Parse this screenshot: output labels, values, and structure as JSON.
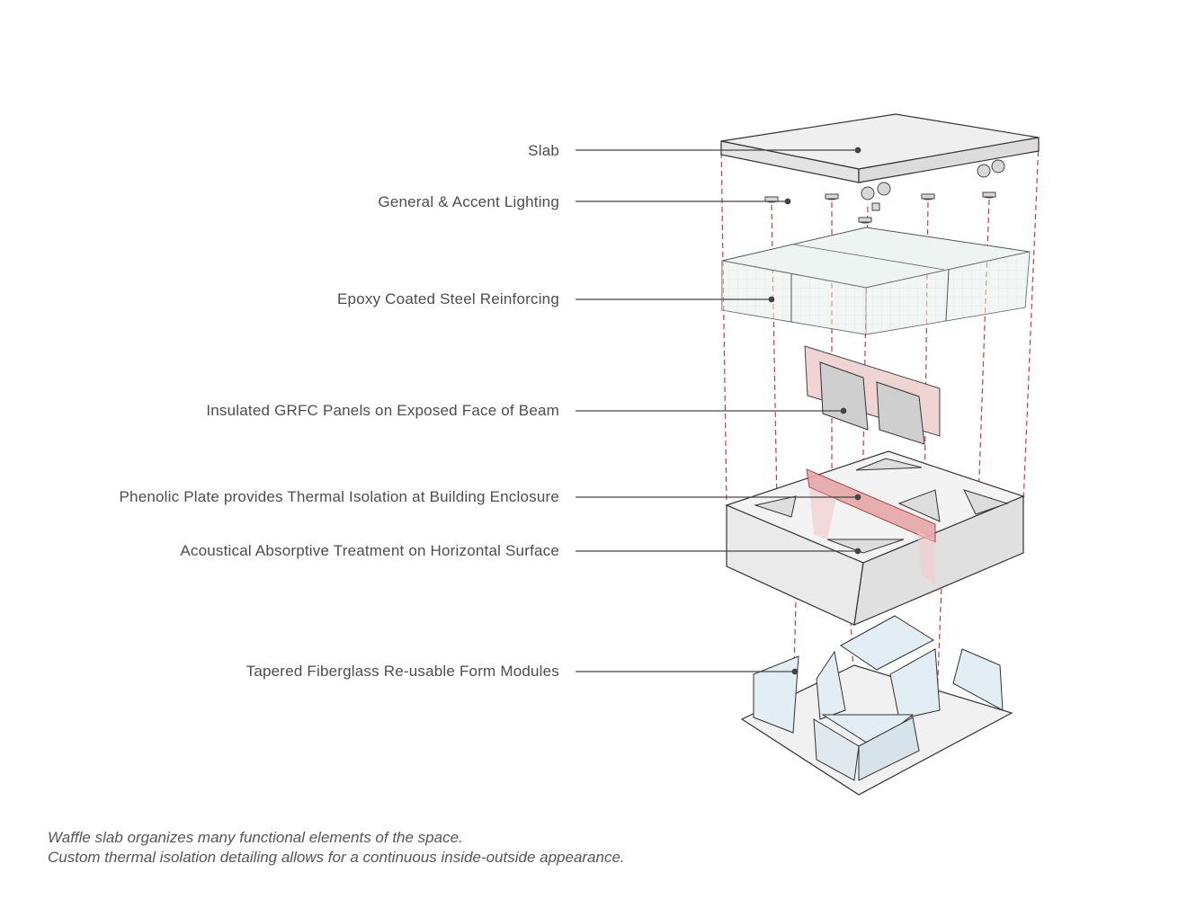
{
  "labels": {
    "slab": "Slab",
    "lighting": "General & Accent Lighting",
    "reinforcing": "Epoxy Coated Steel Reinforcing",
    "grfc": "Insulated GRFC Panels on Exposed Face of Beam",
    "phenolic": "Phenolic Plate provides Thermal Isolation at Building Enclosure",
    "acoustical": "Acoustical Absorptive Treatment on Horizontal Surface",
    "fiberglass": "Tapered Fiberglass Re-usable Form Modules"
  },
  "caption": {
    "line1": "Waffle slab organizes many functional elements of the space.",
    "line2": "Custom thermal isolation detailing allows for a continuous inside-outside appearance."
  },
  "colors": {
    "leader": "#444444",
    "dashed_guide": "#d23a3a",
    "phenolic_plate": "#e6a7a9",
    "grfc_panel": "#f0d4d4",
    "reinforcing": "#e9f1ee",
    "form_module": "#e3eef4",
    "slab": "#efefef"
  }
}
